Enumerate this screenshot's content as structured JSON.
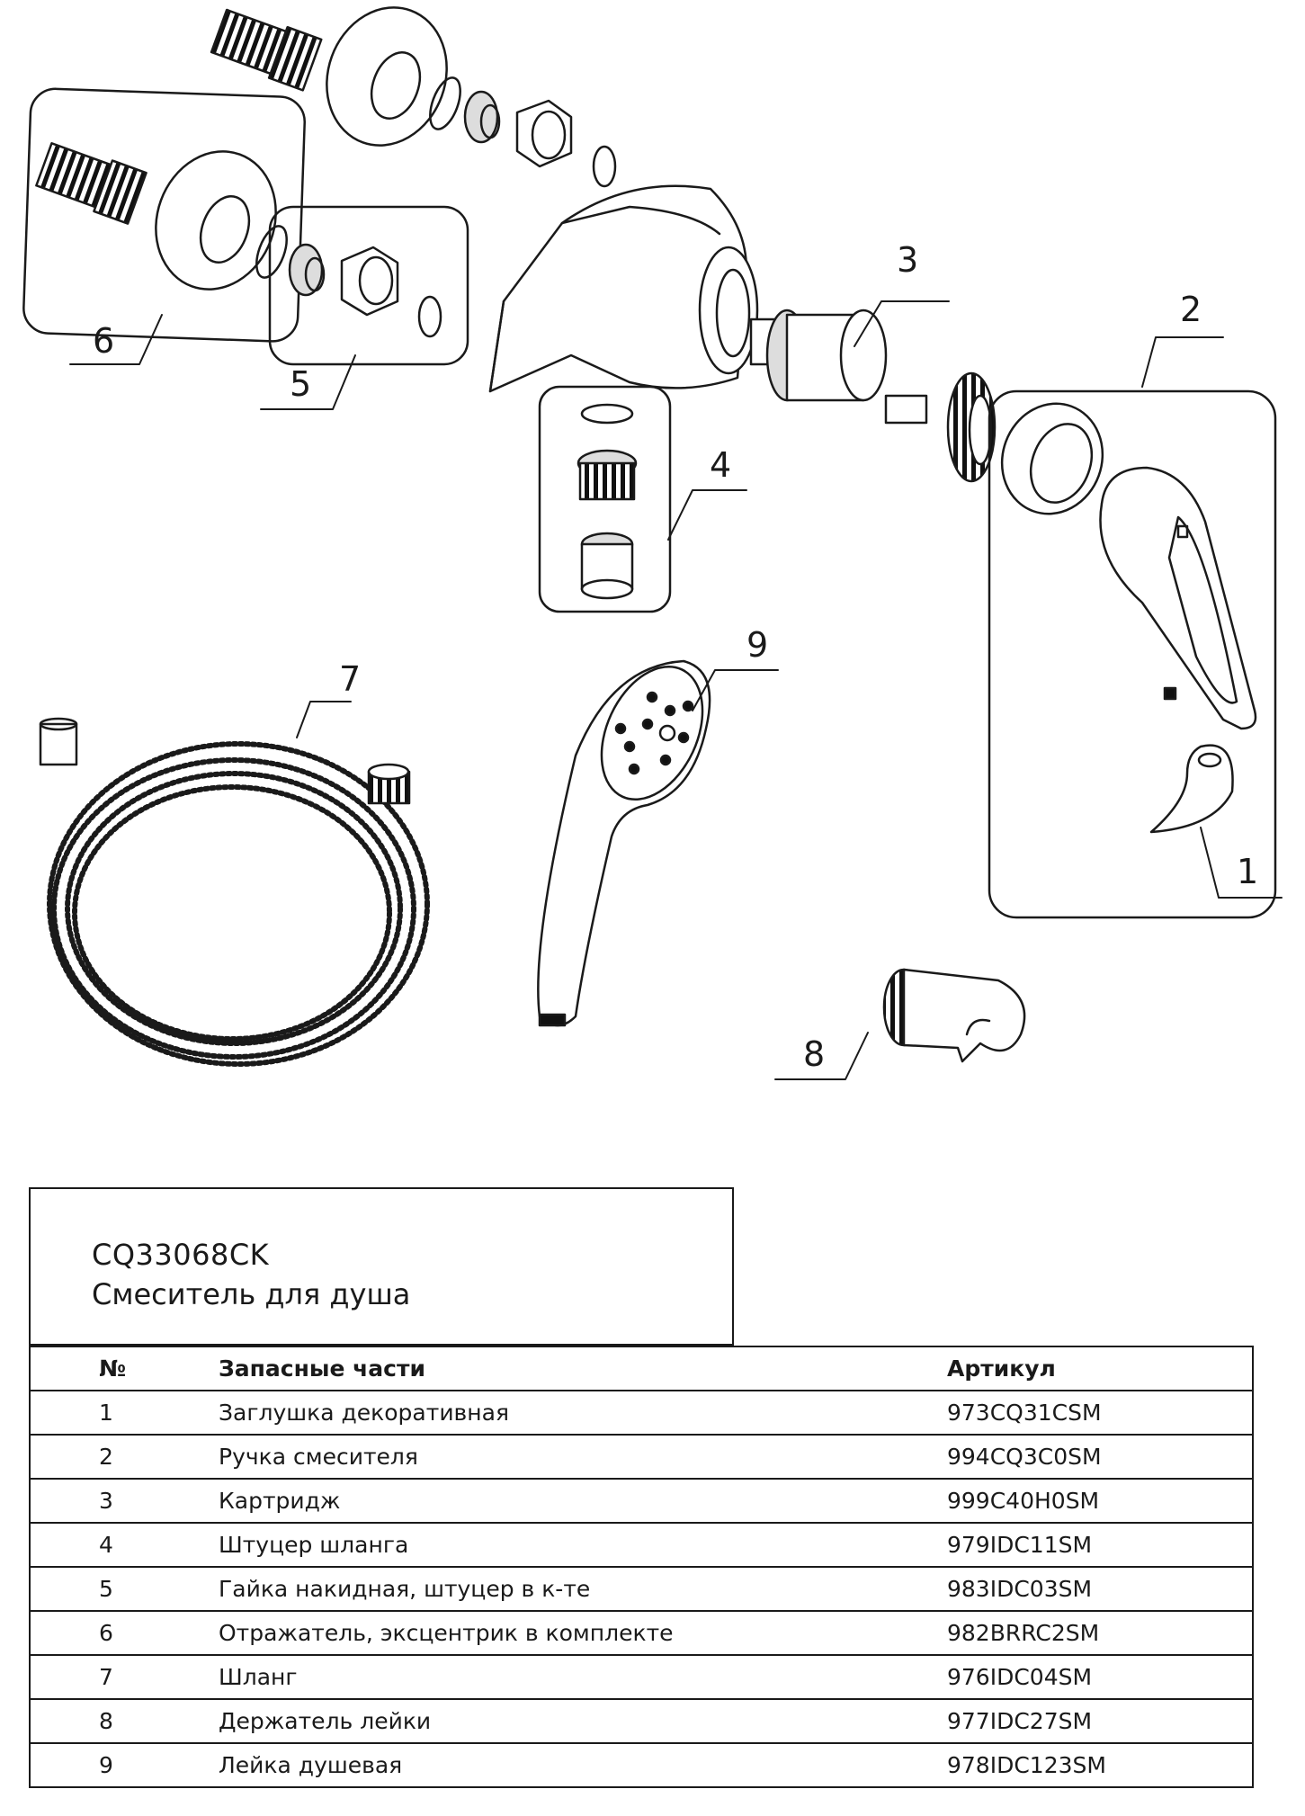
{
  "diagram": {
    "callouts": [
      "1",
      "2",
      "3",
      "4",
      "5",
      "6",
      "7",
      "8",
      "9"
    ]
  },
  "header": {
    "model": "CQ33068CK",
    "product": "Смеситель для душа"
  },
  "table": {
    "columns": [
      "№",
      "Запасные части",
      "Артикул"
    ],
    "rows": [
      {
        "num": "1",
        "name": "Заглушка декоративная",
        "article": "973CQ31CSM"
      },
      {
        "num": "2",
        "name": "Ручка смесителя",
        "article": "994CQ3C0SM"
      },
      {
        "num": "3",
        "name": "Картридж",
        "article": "999C40H0SM"
      },
      {
        "num": "4",
        "name": "Штуцер шланга",
        "article": "979IDC11SM"
      },
      {
        "num": "5",
        "name": "Гайка накидная, штуцер в к-те",
        "article": "983IDC03SM"
      },
      {
        "num": "6",
        "name": "Отражатель, эксцентрик в комплекте",
        "article": "982BRRC2SM"
      },
      {
        "num": "7",
        "name": "Шланг",
        "article": "976IDC04SM"
      },
      {
        "num": "8",
        "name": "Держатель лейки",
        "article": "977IDC27SM"
      },
      {
        "num": "9",
        "name": "Лейка душевая",
        "article": "978IDC123SM"
      }
    ]
  }
}
